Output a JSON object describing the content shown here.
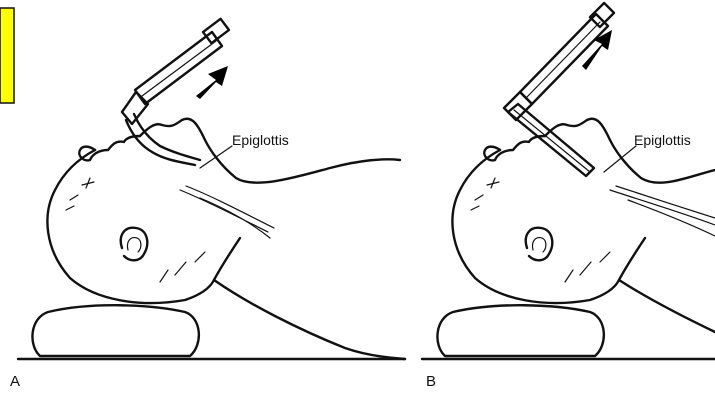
{
  "highlight_color": "#ffff00",
  "arrow_color": "#000000",
  "panels": [
    {
      "label": "A",
      "callout": "Epiglottis"
    },
    {
      "label": "B",
      "callout": "Epiglottis"
    }
  ]
}
